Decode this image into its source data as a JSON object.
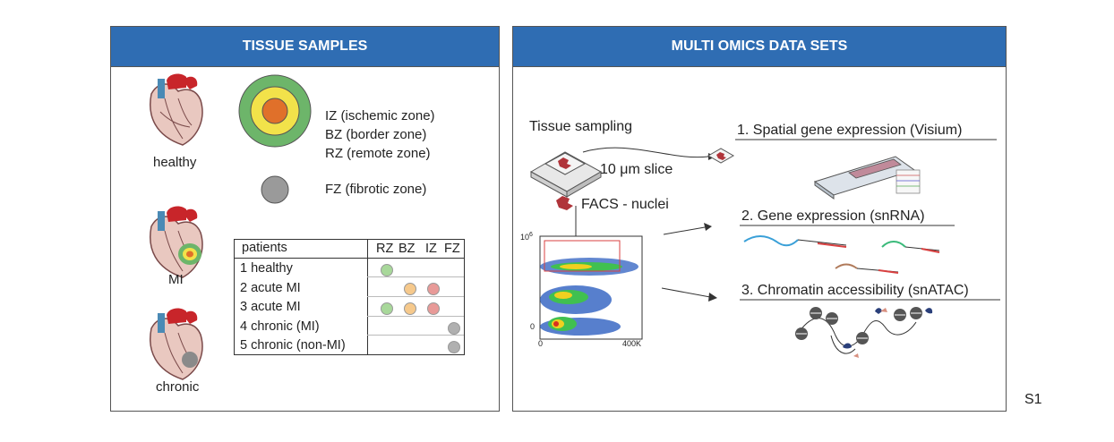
{
  "left_panel": {
    "title": "TISSUE SAMPLES",
    "hearts": [
      {
        "label": "healthy"
      },
      {
        "label": "MI"
      },
      {
        "label": "chronic"
      }
    ],
    "zones": [
      {
        "label": "IZ (ischemic zone)",
        "color": "#e0702a"
      },
      {
        "label": "BZ (border zone)",
        "color": "#f2e24a"
      },
      {
        "label": "RZ (remote zone)",
        "color": "#6db56a"
      },
      {
        "label": "FZ (fibrotic zone)",
        "color": "#9a9a9a"
      }
    ],
    "table": {
      "header": {
        "patients": "patients",
        "cols": [
          "RZ",
          "BZ",
          "IZ",
          "FZ"
        ]
      },
      "rows": [
        {
          "label": "1 healthy",
          "dots": [
            "RZ"
          ]
        },
        {
          "label": "2 acute MI",
          "dots": [
            "BZ",
            "IZ"
          ]
        },
        {
          "label": "3 acute MI",
          "dots": [
            "RZ",
            "BZ",
            "IZ"
          ]
        },
        {
          "label": "4 chronic (MI)",
          "dots": [
            "FZ"
          ]
        },
        {
          "label": "5 chronic (non-MI)",
          "dots": [
            "FZ"
          ]
        }
      ],
      "dot_colors": {
        "RZ": "#a8d89a",
        "BZ": "#f6c98c",
        "IZ": "#e89a98",
        "FZ": "#b0b0b0"
      }
    }
  },
  "right_panel": {
    "title": "MULTI OMICS DATA SETS",
    "tissue_sampling": "Tissue sampling",
    "slice_label": "10 μm slice",
    "facs_label": "FACS - nuclei",
    "flow_axis": {
      "y_top": "10",
      "y_top_exp": "6",
      "y_zero": "0",
      "x_zero": "0",
      "x_max": "400K"
    },
    "outputs": [
      {
        "label": "1. Spatial gene expression (Visium)"
      },
      {
        "label": "2. Gene expression (snRNA)"
      },
      {
        "label": "3. Chromatin accessibility (snATAC)"
      }
    ]
  },
  "page_label": "S1"
}
